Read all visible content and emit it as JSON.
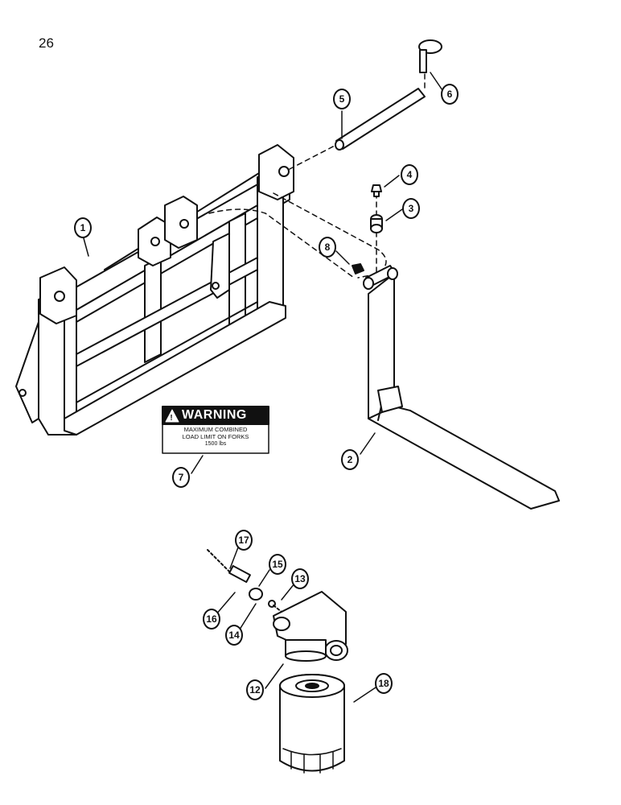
{
  "page_number": "26",
  "warning_decal": {
    "title": "WARNING",
    "line1": "MAXIMUM COMBINED",
    "line2": "LOAD LIMIT ON FORKS",
    "line3": "1500 lbs"
  },
  "callouts": {
    "c1": "1",
    "c2": "2",
    "c3": "3",
    "c4": "4",
    "c5": "5",
    "c6": "6",
    "c7": "7",
    "c8": "8",
    "c12": "12",
    "c13": "13",
    "c14": "14",
    "c15": "15",
    "c16": "16",
    "c17": "17",
    "c18": "18"
  },
  "colors": {
    "ink": "#111111",
    "paper": "#ffffff"
  }
}
